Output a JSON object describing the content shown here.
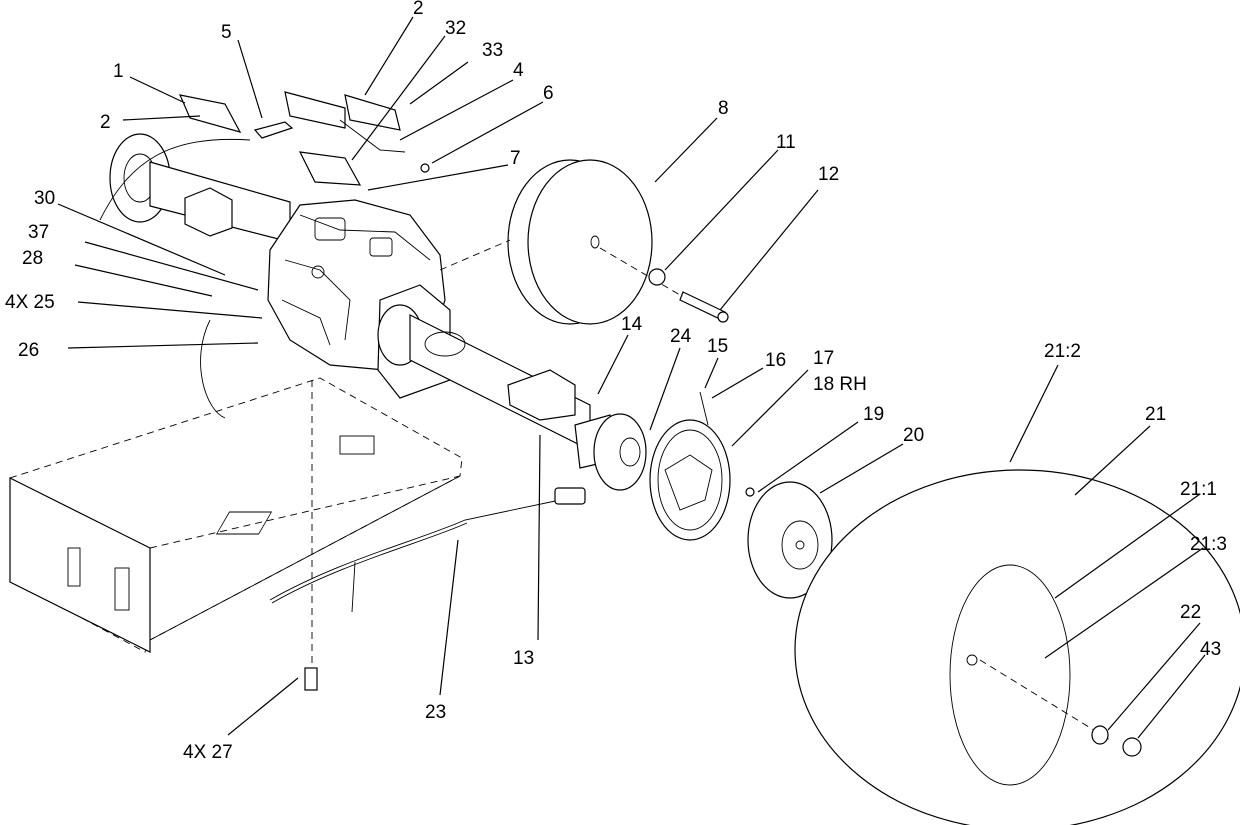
{
  "callouts": {
    "c1": "1",
    "c2a": "2",
    "c2b": "2",
    "c4": "4",
    "c5": "5",
    "c6": "6",
    "c7": "7",
    "c8": "8",
    "c11": "11",
    "c12": "12",
    "c13": "13",
    "c14": "14",
    "c15": "15",
    "c16": "16",
    "c17": "17",
    "c18": "18 RH",
    "c19": "19",
    "c20": "20",
    "c21": "21",
    "c21_1": "21:1",
    "c21_2": "21:2",
    "c21_3": "21:3",
    "c22": "22",
    "c23": "23",
    "c24": "24",
    "c25": "4X 25",
    "c26": "26",
    "c27": "4X 27",
    "c28": "28",
    "c30": "30",
    "c32": "32",
    "c33": "33",
    "c37": "37",
    "c43": "43"
  }
}
